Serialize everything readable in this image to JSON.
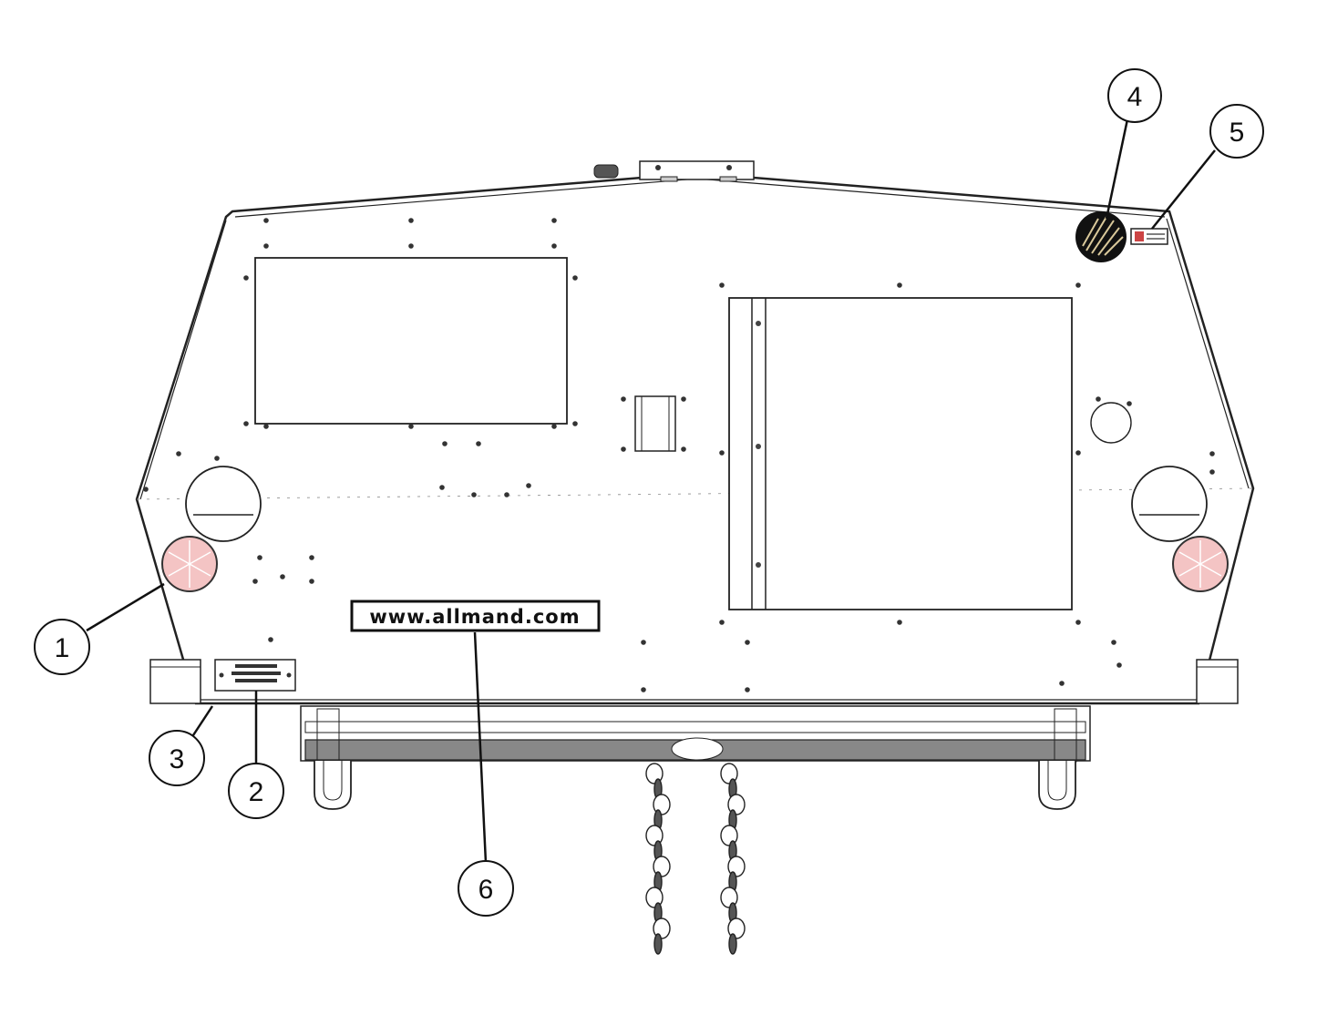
{
  "diagram": {
    "website_label": "www.allmand.com",
    "callouts": [
      {
        "id": 1,
        "label": "1"
      },
      {
        "id": 2,
        "label": "2"
      },
      {
        "id": 3,
        "label": "3"
      },
      {
        "id": 4,
        "label": "4"
      },
      {
        "id": 5,
        "label": "5"
      },
      {
        "id": 6,
        "label": "6"
      }
    ],
    "colors": {
      "line": "#222222",
      "tail_light": "#f4c4c4",
      "chain": "#555555",
      "bar_fill": "#888888"
    }
  }
}
